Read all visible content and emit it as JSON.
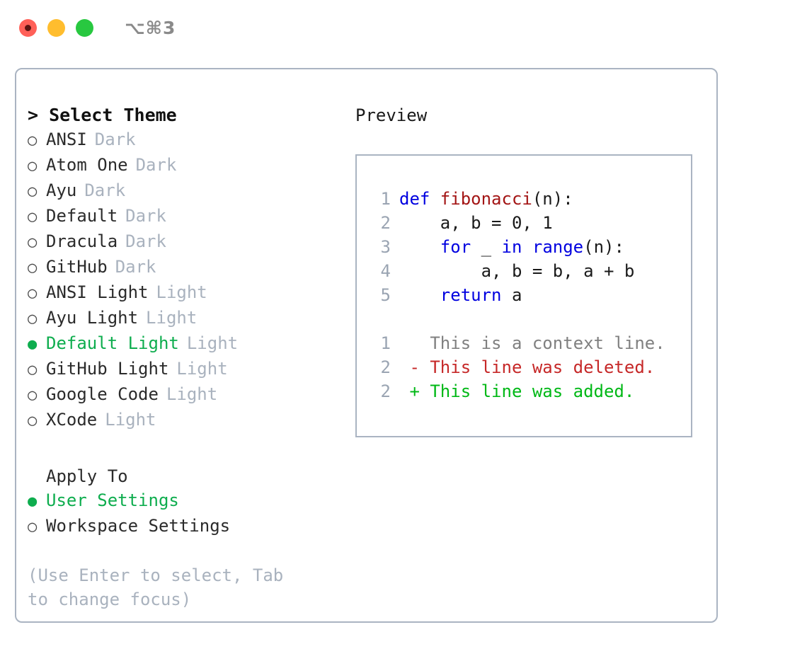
{
  "titlebar": {
    "traffic_lights": [
      {
        "name": "close",
        "color": "#ff6058"
      },
      {
        "name": "minimize",
        "color": "#ffbd2e"
      },
      {
        "name": "maximize",
        "color": "#28c840"
      }
    ],
    "shortcut": "⌥⌘3"
  },
  "theme_picker": {
    "header": "> Select Theme",
    "selected_theme": "Default Light",
    "selected_color": "#0ead4e",
    "bullet_on": "●",
    "bullet_off": "○",
    "themes": [
      {
        "name": "ANSI",
        "tag": "Dark",
        "selected": false
      },
      {
        "name": "Atom One",
        "tag": "Dark",
        "selected": false
      },
      {
        "name": "Ayu",
        "tag": "Dark",
        "selected": false
      },
      {
        "name": "Default",
        "tag": "Dark",
        "selected": false
      },
      {
        "name": "Dracula",
        "tag": "Dark",
        "selected": false
      },
      {
        "name": "GitHub",
        "tag": "Dark",
        "selected": false
      },
      {
        "name": "ANSI Light",
        "tag": "Light",
        "selected": false
      },
      {
        "name": "Ayu Light",
        "tag": "Light",
        "selected": false
      },
      {
        "name": "Default Light",
        "tag": "Light",
        "selected": true
      },
      {
        "name": "GitHub Light",
        "tag": "Light",
        "selected": false
      },
      {
        "name": "Google Code",
        "tag": "Light",
        "selected": false
      },
      {
        "name": "XCode",
        "tag": "Light",
        "selected": false
      }
    ]
  },
  "apply_to": {
    "header": "Apply To",
    "options": [
      {
        "name": "User Settings",
        "selected": true
      },
      {
        "name": "Workspace Settings",
        "selected": false
      }
    ]
  },
  "hint": "(Use Enter to select, Tab to change focus)",
  "preview": {
    "label": "Preview",
    "code_lines": [
      {
        "number": "1",
        "tokens": [
          {
            "text": "def ",
            "kind": "kw"
          },
          {
            "text": "fibonacci",
            "kind": "fn"
          },
          {
            "text": "(n):",
            "kind": "pl"
          }
        ]
      },
      {
        "number": "2",
        "tokens": [
          {
            "text": "    a, b = 0, 1",
            "kind": "pl"
          }
        ]
      },
      {
        "number": "3",
        "tokens": [
          {
            "text": "    ",
            "kind": "pl"
          },
          {
            "text": "for",
            "kind": "kw"
          },
          {
            "text": " _ ",
            "kind": "pl"
          },
          {
            "text": "in",
            "kind": "kw"
          },
          {
            "text": " ",
            "kind": "pl"
          },
          {
            "text": "range",
            "kind": "kw"
          },
          {
            "text": "(n):",
            "kind": "pl"
          }
        ]
      },
      {
        "number": "4",
        "tokens": [
          {
            "text": "        a, b = b, a + b",
            "kind": "pl"
          }
        ]
      },
      {
        "number": "5",
        "tokens": [
          {
            "text": "    ",
            "kind": "pl"
          },
          {
            "text": "return",
            "kind": "kw"
          },
          {
            "text": " a",
            "kind": "pl"
          }
        ]
      }
    ],
    "diff_lines": [
      {
        "number": "1",
        "marker": " ",
        "text": "This is a context line.",
        "kind": "ctx"
      },
      {
        "number": "2",
        "marker": "-",
        "text": "This line was deleted.",
        "kind": "del"
      },
      {
        "number": "2",
        "marker": "+",
        "text": "This line was added.",
        "kind": "add"
      }
    ]
  },
  "colors": {
    "accent_green": "#0ead4e",
    "border": "#aab4c2",
    "muted": "#a9b2be",
    "keyword": "#0000e0",
    "function": "#a31515",
    "diff_add": "#00b816",
    "diff_del": "#c62828"
  }
}
